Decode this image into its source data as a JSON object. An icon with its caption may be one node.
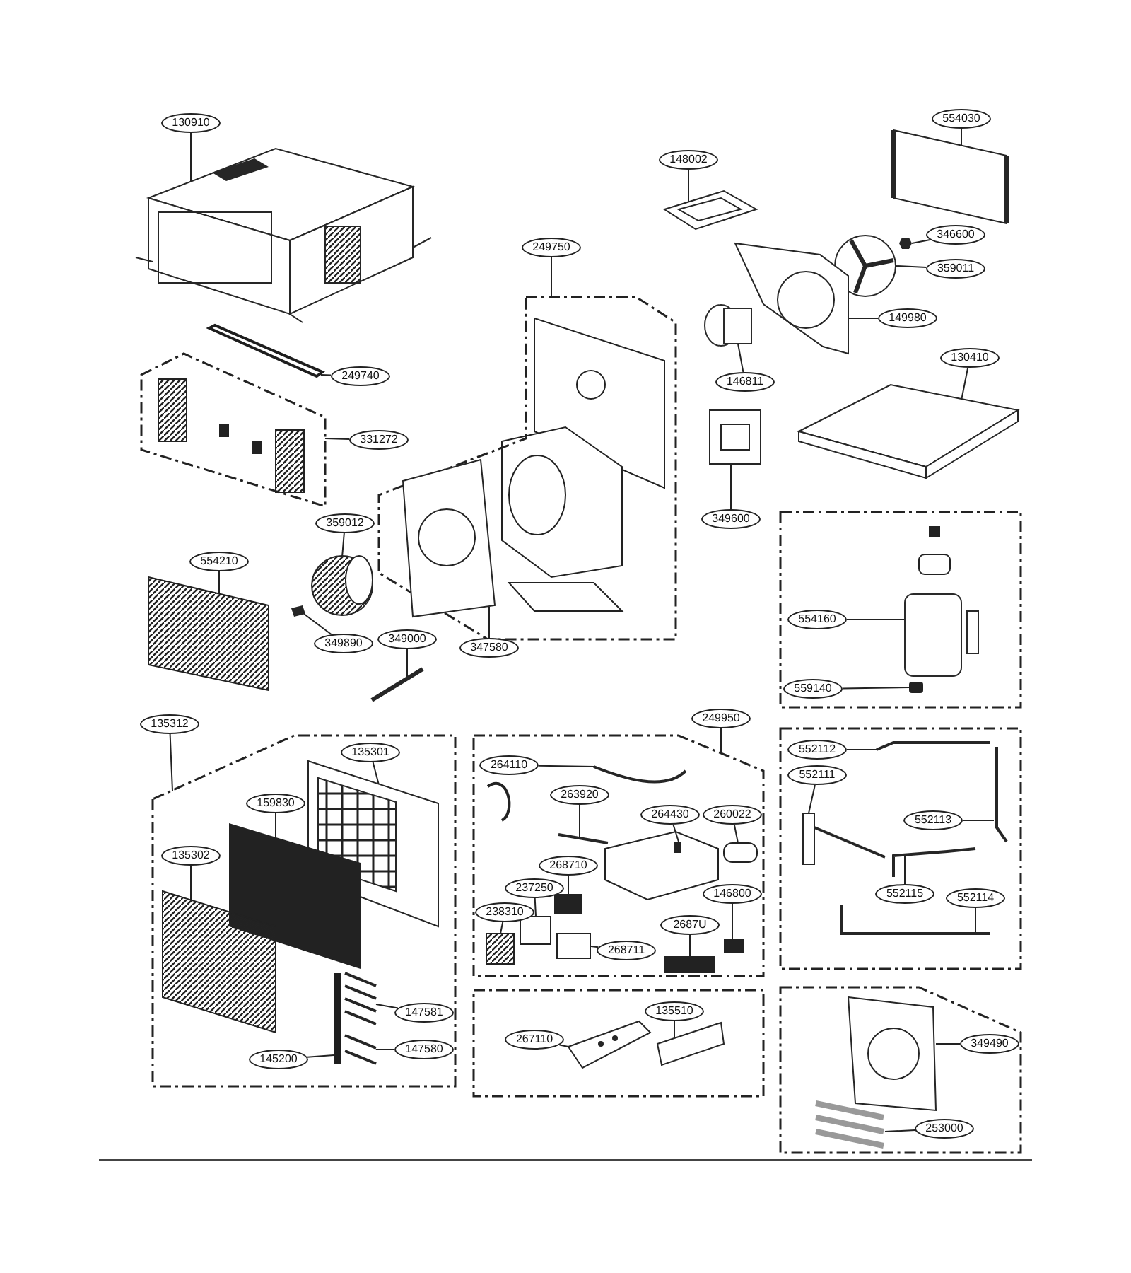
{
  "diagram": {
    "nodes": [
      {
        "text": [],
        "shape": "box"
      },
      {
        "text": [],
        "shape": "box"
      },
      {
        "text": [],
        "shape": "box"
      },
      {
        "text": [],
        "shape": "box"
      },
      {
        "text": [],
        "shape": "box"
      },
      {
        "text": [],
        "shape": "box"
      },
      {
        "text": [],
        "shape": "box"
      },
      {
        "text": [],
        "shape": "box"
      },
      {
        "text": [
          "130910"
        ]
      },
      {
        "text": [
          "148002"
        ]
      },
      {
        "text": [
          "554030"
        ]
      },
      {
        "text": [
          "346600"
        ]
      },
      {
        "text": [
          "359011"
        ]
      },
      {
        "text": [
          "149980"
        ]
      },
      {
        "text": [
          "249750"
        ]
      },
      {
        "text": [
          "146811"
        ]
      },
      {
        "text": [
          "130410"
        ]
      },
      {
        "text": [
          "249740"
        ]
      },
      {
        "text": [
          "331272"
        ]
      },
      {
        "text": [
          "349600"
        ]
      },
      {
        "text": [
          "359012"
        ]
      },
      {
        "text": [
          "554210"
        ]
      },
      {
        "text": [
          "554160"
        ],
        "in": 2
      },
      {
        "text": [
          "349890"
        ]
      },
      {
        "text": [
          "349000"
        ]
      },
      {
        "text": [
          "347580"
        ]
      },
      {
        "text": [
          "559140"
        ],
        "in": 2
      },
      {
        "text": [
          "135312"
        ]
      },
      {
        "text": [
          "135301"
        ],
        "in": 3
      },
      {
        "text": [
          "159830"
        ],
        "in": 3
      },
      {
        "text": [
          "135302"
        ],
        "in": 3
      },
      {
        "text": [
          "145200"
        ],
        "in": 3
      },
      {
        "text": [
          "147581"
        ],
        "in": 3
      },
      {
        "text": [
          "147580"
        ],
        "in": 3
      },
      {
        "text": [
          "249950"
        ]
      },
      {
        "text": [
          "264110"
        ],
        "in": 4
      },
      {
        "text": [
          "263920"
        ],
        "in": 4
      },
      {
        "text": [
          "264430"
        ],
        "in": 4
      },
      {
        "text": [
          "260022"
        ],
        "in": 4
      },
      {
        "text": [
          "268710"
        ],
        "in": 4
      },
      {
        "text": [
          "237250"
        ],
        "in": 4
      },
      {
        "text": [
          "238310"
        ],
        "in": 4
      },
      {
        "text": [
          "268711"
        ],
        "in": 4
      },
      {
        "text": [
          "2687U"
        ],
        "in": 4
      },
      {
        "text": [
          "146800"
        ],
        "in": 4
      },
      {
        "text": [
          "267110"
        ],
        "in": 5
      },
      {
        "text": [
          "135510"
        ],
        "in": 5
      },
      {
        "text": [
          "552112"
        ],
        "in": 6
      },
      {
        "text": [
          "552111"
        ],
        "in": 6
      },
      {
        "text": [
          "552113"
        ],
        "in": 6
      },
      {
        "text": [
          "552115"
        ],
        "in": 6
      },
      {
        "text": [
          "552114"
        ],
        "in": 6
      },
      {
        "text": [
          "349490"
        ],
        "in": 7
      },
      {
        "text": [
          "253000"
        ],
        "in": 7
      },
      {
        "text": [],
        "shape": "picture"
      },
      {
        "text": [],
        "shape": "picture"
      },
      {
        "text": [],
        "shape": "picture"
      },
      {
        "text": [],
        "shape": "picture"
      },
      {
        "text": [],
        "shape": "picture"
      },
      {
        "text": [],
        "shape": "picture"
      },
      {
        "text": [],
        "shape": "cylinder"
      },
      {
        "text": [],
        "shape": "picture"
      },
      {
        "text": [],
        "shape": "bar"
      },
      {
        "text": [],
        "shape": "picture"
      },
      {
        "text": [],
        "shape": "picture"
      },
      {
        "text": [],
        "shape": "box"
      },
      {
        "text": [],
        "shape": "cylinder",
        "in": 2
      },
      {
        "text": [],
        "shape": "picture"
      },
      {
        "text": [],
        "shape": "picture"
      },
      {
        "text": [],
        "shape": "picture",
        "in": 1
      },
      {
        "text": [],
        "shape": "box",
        "in": 2
      },
      {
        "text": [],
        "shape": "picture",
        "in": 3
      },
      {
        "text": [],
        "shape": "box",
        "in": 3
      },
      {
        "text": [],
        "shape": "box",
        "in": 3
      },
      {
        "text": [],
        "shape": "bar",
        "in": 3
      },
      {
        "text": [],
        "shape": "picture",
        "in": 3
      },
      {
        "text": [],
        "shape": "picture",
        "in": 3
      },
      {
        "text": [],
        "shape": "picture",
        "in": 4
      },
      {
        "text": [],
        "shape": "picture",
        "in": 4
      },
      {
        "text": [],
        "shape": "box",
        "in": 4
      },
      {
        "text": [],
        "shape": "box",
        "in": 4
      },
      {
        "text": [],
        "shape": "box",
        "in": 4
      },
      {
        "text": [],
        "shape": "box",
        "in": 4
      },
      {
        "text": [],
        "shape": "box",
        "in": 4
      },
      {
        "text": [],
        "shape": "box",
        "in": 4
      },
      {
        "text": [],
        "shape": "box",
        "in": 4
      },
      {
        "text": [],
        "shape": "box",
        "in": 4
      },
      {
        "text": [],
        "shape": "picture",
        "in": 5
      },
      {
        "text": [],
        "shape": "picture",
        "in": 5
      },
      {
        "text": [],
        "shape": "picture",
        "in": 6
      },
      {
        "text": [],
        "shape": "picture",
        "in": 6
      },
      {
        "text": [],
        "shape": "picture",
        "in": 6
      },
      {
        "text": [],
        "shape": "picture",
        "in": 6
      },
      {
        "text": [],
        "shape": "picture",
        "in": 6
      },
      {
        "text": [],
        "shape": "picture",
        "in": 7
      },
      {
        "text": [],
        "shape": "picture",
        "in": 7
      }
    ],
    "edges": [
      {
        "from": 8,
        "to": 54,
        "arrow": "none"
      },
      {
        "from": 9,
        "to": 55,
        "arrow": "none"
      },
      {
        "from": 10,
        "to": 56,
        "arrow": "none"
      },
      {
        "from": 11,
        "to": 57,
        "arrow": "none"
      },
      {
        "from": 12,
        "to": 58,
        "arrow": "none"
      },
      {
        "from": 13,
        "to": 59,
        "arrow": "none"
      },
      {
        "from": 14,
        "to": 1,
        "arrow": "none"
      },
      {
        "from": 15,
        "to": 60,
        "arrow": "none"
      },
      {
        "from": 16,
        "to": 61,
        "arrow": "none"
      },
      {
        "from": 17,
        "to": 62,
        "arrow": "none"
      },
      {
        "from": 18,
        "to": 0,
        "arrow": "none"
      },
      {
        "from": 19,
        "to": 63,
        "arrow": "none"
      },
      {
        "from": 20,
        "to": 64,
        "arrow": "none"
      },
      {
        "from": 21,
        "to": 65,
        "arrow": "none"
      },
      {
        "from": 22,
        "to": 66,
        "arrow": "none"
      },
      {
        "from": 23,
        "to": 67,
        "arrow": "none"
      },
      {
        "from": 24,
        "to": 68,
        "arrow": "none"
      },
      {
        "from": 25,
        "to": 69,
        "arrow": "none"
      },
      {
        "from": 26,
        "to": 70,
        "arrow": "none"
      },
      {
        "from": 27,
        "to": 3,
        "arrow": "none"
      },
      {
        "from": 28,
        "to": 71,
        "arrow": "none"
      },
      {
        "from": 29,
        "to": 72,
        "arrow": "none"
      },
      {
        "from": 30,
        "to": 73,
        "arrow": "none"
      },
      {
        "from": 31,
        "to": 74,
        "arrow": "none"
      },
      {
        "from": 32,
        "to": 75,
        "arrow": "none"
      },
      {
        "from": 33,
        "to": 76,
        "arrow": "none"
      },
      {
        "from": 34,
        "to": 4,
        "arrow": "none"
      },
      {
        "from": 35,
        "to": 77,
        "arrow": "none"
      },
      {
        "from": 36,
        "to": 78,
        "arrow": "none"
      },
      {
        "from": 37,
        "to": 79,
        "arrow": "none"
      },
      {
        "from": 38,
        "to": 80,
        "arrow": "none"
      },
      {
        "from": 39,
        "to": 81,
        "arrow": "none"
      },
      {
        "from": 40,
        "to": 82,
        "arrow": "none"
      },
      {
        "from": 41,
        "to": 83,
        "arrow": "none"
      },
      {
        "from": 42,
        "to": 84,
        "arrow": "none"
      },
      {
        "from": 43,
        "to": 85,
        "arrow": "none"
      },
      {
        "from": 44,
        "to": 86,
        "arrow": "none"
      },
      {
        "from": 45,
        "to": 87,
        "arrow": "none"
      },
      {
        "from": 46,
        "to": 88,
        "arrow": "none"
      },
      {
        "from": 47,
        "to": 89,
        "arrow": "none"
      },
      {
        "from": 48,
        "to": 90,
        "arrow": "none"
      },
      {
        "from": 49,
        "to": 91,
        "arrow": "none"
      },
      {
        "from": 50,
        "to": 92,
        "arrow": "none"
      },
      {
        "from": 51,
        "to": 93,
        "arrow": "none"
      },
      {
        "from": 52,
        "to": 94,
        "arrow": "none"
      },
      {
        "from": 53,
        "to": 95,
        "arrow": "none"
      }
    ]
  }
}
